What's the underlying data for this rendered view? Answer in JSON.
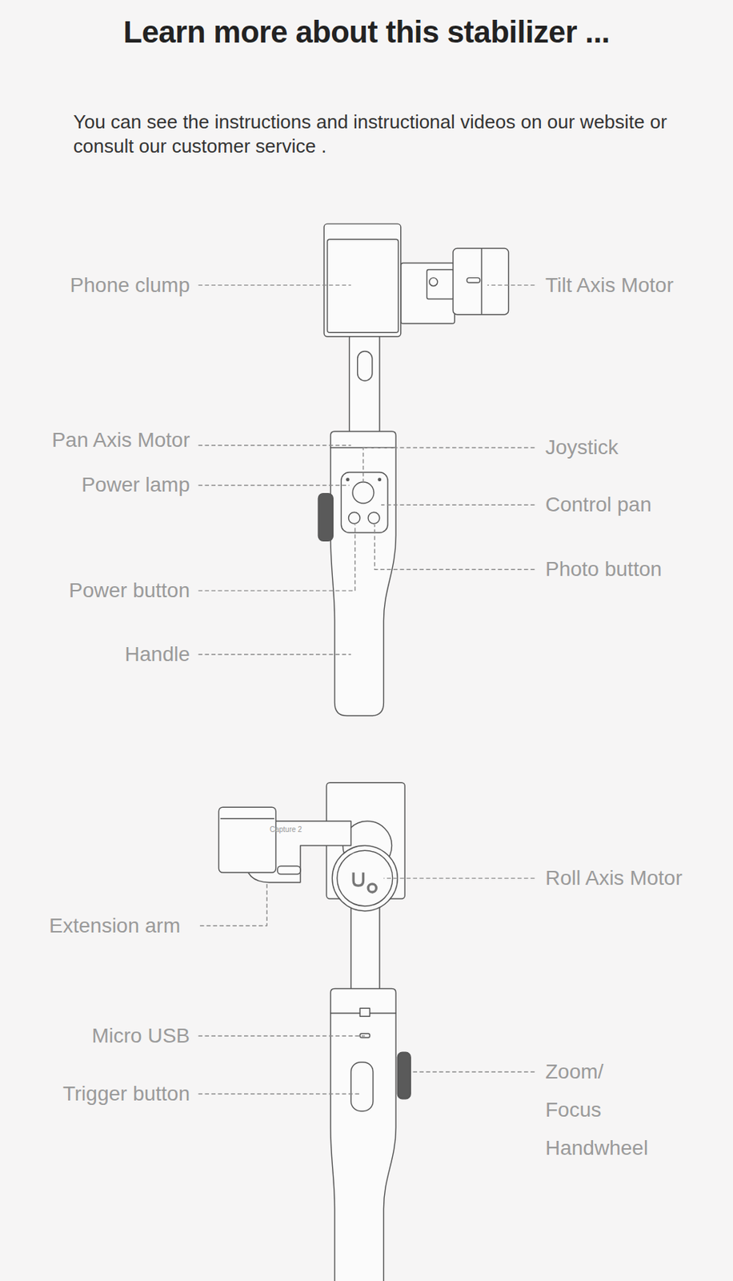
{
  "diagram": {
    "title": "Learn more about this stabilizer ...",
    "caption": "You can see the instructions and instructional videos on our website or consult our customer service .",
    "labels": [
      "Phone clump",
      "Tilt Axis Motor",
      "Pan Axis Motor",
      "Joystick",
      "Power lamp",
      "Control pan",
      "Photo button",
      "Power button",
      "Handle",
      "Capture 2",
      "Roll Axis Motor",
      "Extension arm",
      "Micro USB",
      "Trigger button",
      "Zoom/ Focus Handwheel"
    ]
  }
}
